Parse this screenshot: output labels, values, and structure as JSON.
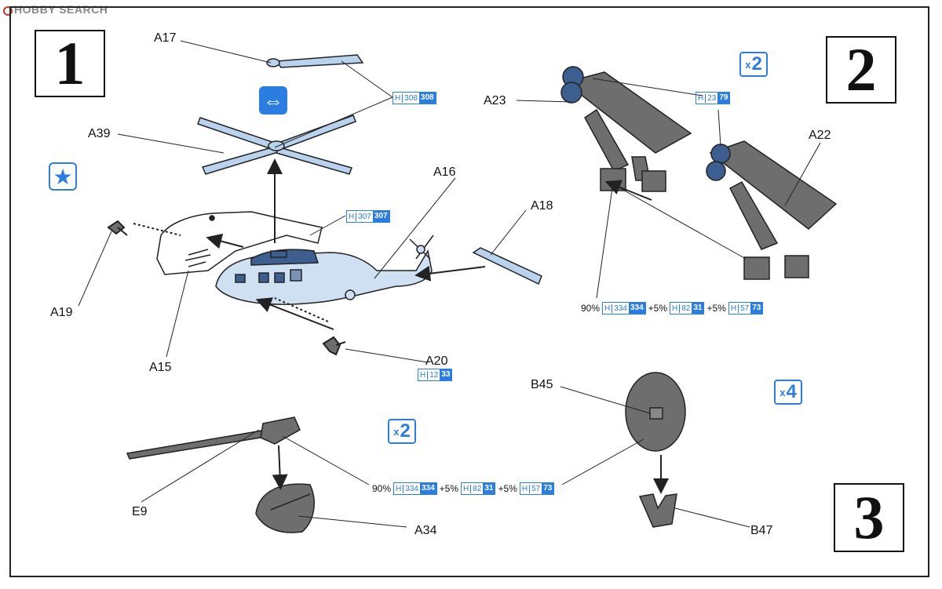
{
  "watermark": {
    "text": "HOBBY SEARCH"
  },
  "steps": [
    {
      "number": "1"
    },
    {
      "number": "2"
    },
    {
      "number": "3"
    }
  ],
  "labels": {
    "a17": "A17",
    "a39": "A39",
    "a16": "A16",
    "a18": "A18",
    "a19": "A19",
    "a15": "A15",
    "a20": "A20",
    "a23": "A23",
    "a22": "A22",
    "b45": "B45",
    "e9": "E9",
    "a34": "A34",
    "b47": "B47"
  },
  "paint_codes": {
    "rotor": {
      "prefix": "H",
      "num": "308",
      "code": "308"
    },
    "canopy": {
      "prefix": "H",
      "num": "307",
      "code": "307"
    },
    "launcher": {
      "prefix": "H",
      "num": "23",
      "code": "79"
    },
    "wheel": {
      "prefix": "H",
      "num": "12",
      "code": "33"
    },
    "mix_step2": {
      "p1": "90%",
      "c1": {
        "prefix": "H",
        "num": "334",
        "code": "334"
      },
      "p2": "+5%",
      "c2": {
        "prefix": "H",
        "num": "82",
        "code": "31"
      },
      "p3": "+5%",
      "c3": {
        "prefix": "H",
        "num": "57",
        "code": "73"
      }
    },
    "mix_step3": {
      "p1": "90%",
      "c1": {
        "prefix": "H",
        "num": "334",
        "code": "334"
      },
      "p2": "+5%",
      "c2": {
        "prefix": "H",
        "num": "82",
        "code": "31"
      },
      "p3": "+5%",
      "c3": {
        "prefix": "H",
        "num": "57",
        "code": "73"
      }
    }
  },
  "quantities": {
    "launchers": {
      "x": "x",
      "n": "2"
    },
    "guns": {
      "x": "x",
      "n": "2"
    },
    "drums": {
      "x": "x",
      "n": "4"
    }
  },
  "colors": {
    "accent": "#2b7de1",
    "heli_body": "#cfe0f2",
    "part_gray": "#6e6e6e",
    "canopy": "#3d5f8f"
  },
  "icons": {
    "fold_badge": "fold-rotor-icon",
    "option_badge": "star-icon"
  }
}
